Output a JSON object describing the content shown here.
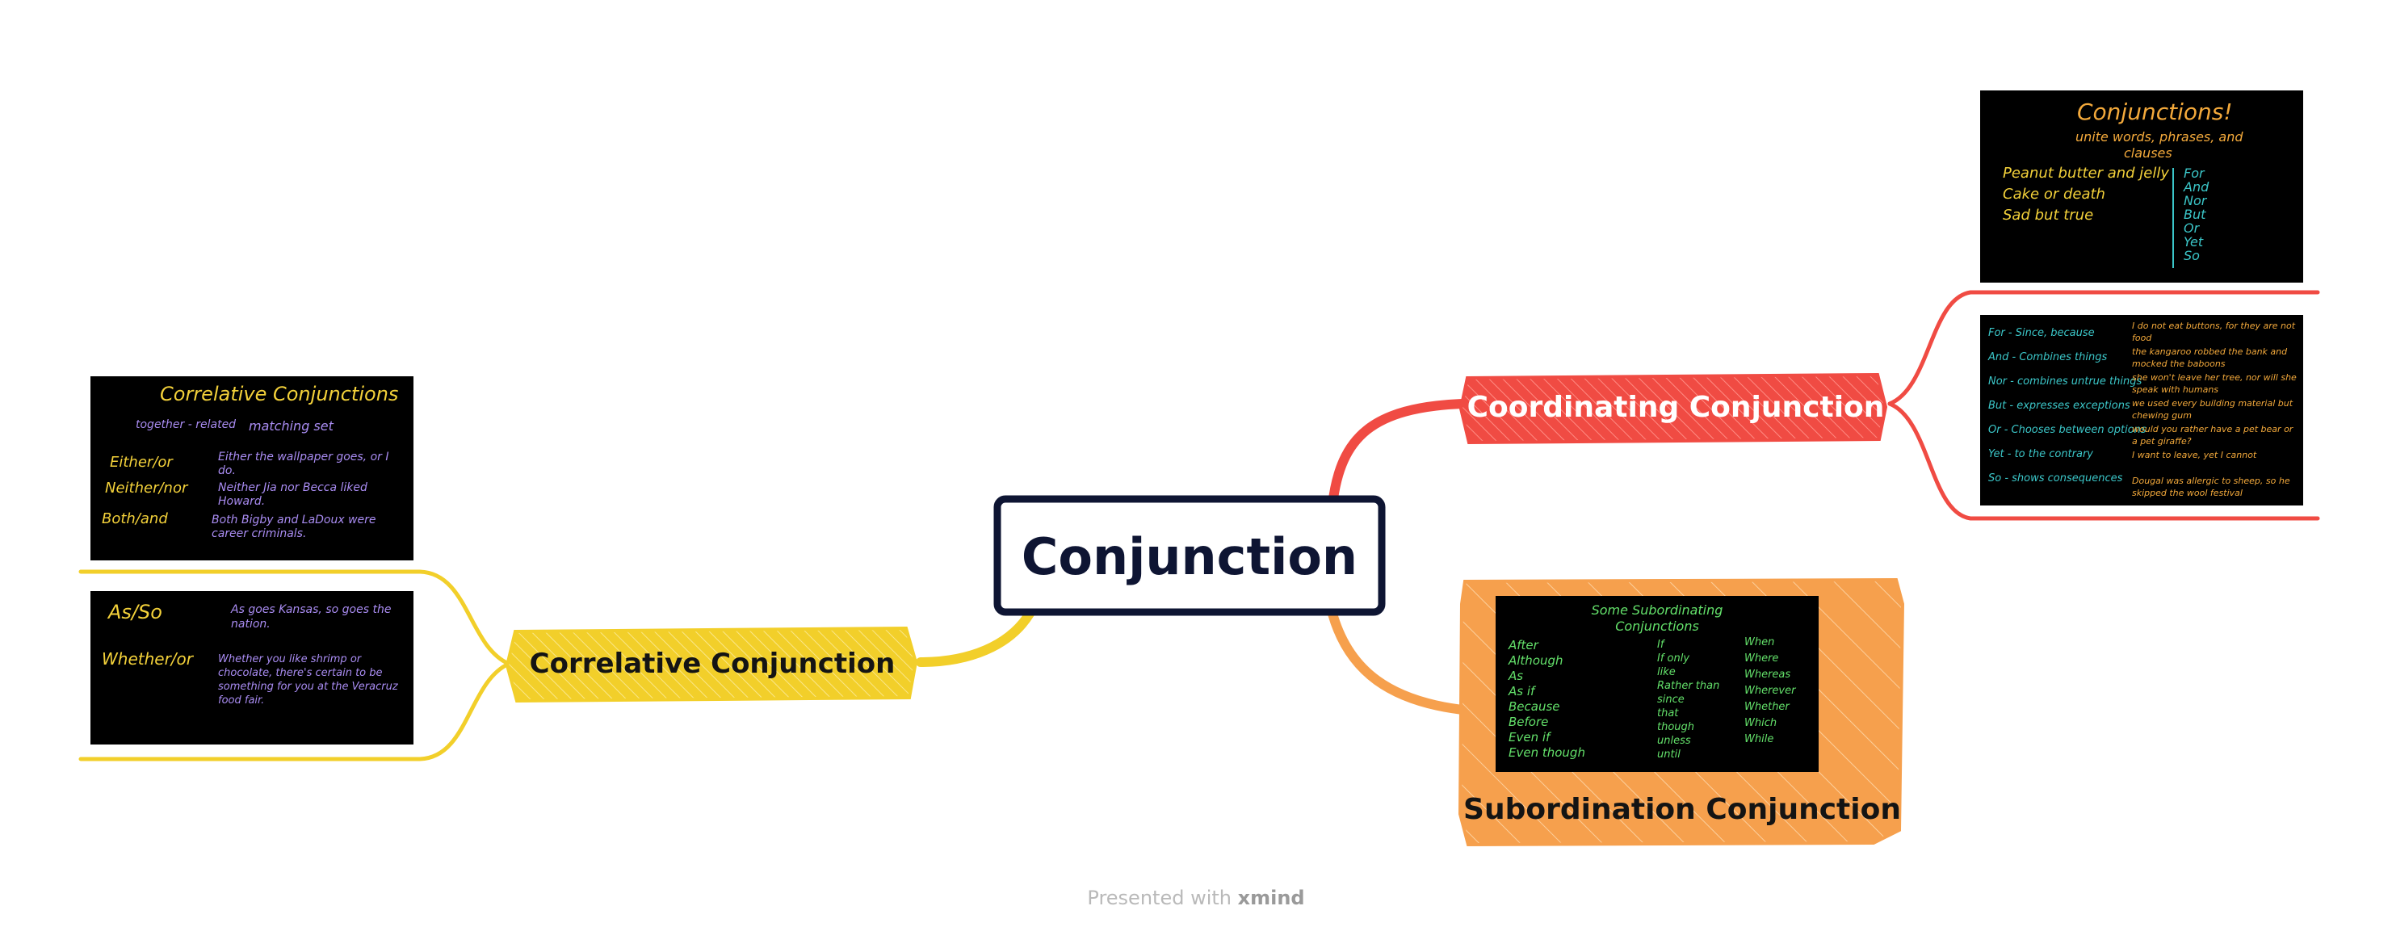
{
  "center": {
    "label": "Conjunction"
  },
  "branches": {
    "coordinating": {
      "label": "Coordinating Conjunction",
      "color": "#f04b43"
    },
    "subordination": {
      "label": "Subordination Conjunction",
      "color": "#f6a04d"
    },
    "correlative": {
      "label": "Correlative Conjunction",
      "color": "#f2cf2a"
    }
  },
  "images": {
    "conj_intro": {
      "title": "Conjunctions!",
      "subtitle1": "unite words, phrases, and",
      "subtitle2": "clauses",
      "examples": [
        "Peanut butter and jelly",
        "Cake or death",
        "Sad but true"
      ],
      "fanboys": [
        "For",
        "And",
        "Nor",
        "But",
        "Or",
        "Yet",
        "So"
      ]
    },
    "coord_table": {
      "rows": [
        "For - Since, because",
        "And - Combines things",
        "Nor - combines untrue things",
        "But - expresses exceptions",
        "Or - Chooses between options",
        "Yet - to the contrary",
        "So - shows consequences"
      ],
      "examples": [
        "I do not eat buttons, for they are not food",
        "the kangaroo robbed the bank and mocked the baboons",
        "she won't leave her tree, nor will she speak with humans",
        "we used every building material but chewing gum",
        "would you rather have a pet bear or a pet giraffe?",
        "I want to leave, yet I cannot",
        "Dougal was allergic to sheep, so he skipped the wool festival"
      ]
    },
    "subordinating": {
      "title1": "Some Subordinating",
      "title2": "Conjunctions",
      "col1": [
        "After",
        "Although",
        "As",
        "As if",
        "Because",
        "Before",
        "Even if",
        "Even though"
      ],
      "col2": [
        "If",
        "If only",
        "like",
        "Rather than",
        "since",
        "that",
        "though",
        "unless",
        "until"
      ],
      "col3": [
        "When",
        "Where",
        "Whereas",
        "Wherever",
        "Whether",
        "Which",
        "While"
      ]
    },
    "correlative_top": {
      "title": "Correlative Conjunctions",
      "sub_left": "together - related",
      "sub_right": "matching set",
      "pairs": [
        "Either/or",
        "Neither/nor",
        "Both/and"
      ],
      "examples": [
        "Either the wallpaper goes, or I do.",
        "Neither Jia nor Becca liked Howard.",
        "Both Bigby and LaDoux were career criminals."
      ]
    },
    "correlative_bottom": {
      "pairs": [
        "As/So",
        "Whether/or"
      ],
      "examples": [
        "As goes Kansas, so goes the nation.",
        "Whether you like shrimp or chocolate, there's certain to be something for you at the Veracruz food fair."
      ]
    }
  },
  "footer": {
    "prefix": "Presented with",
    "brand": "xmind"
  }
}
